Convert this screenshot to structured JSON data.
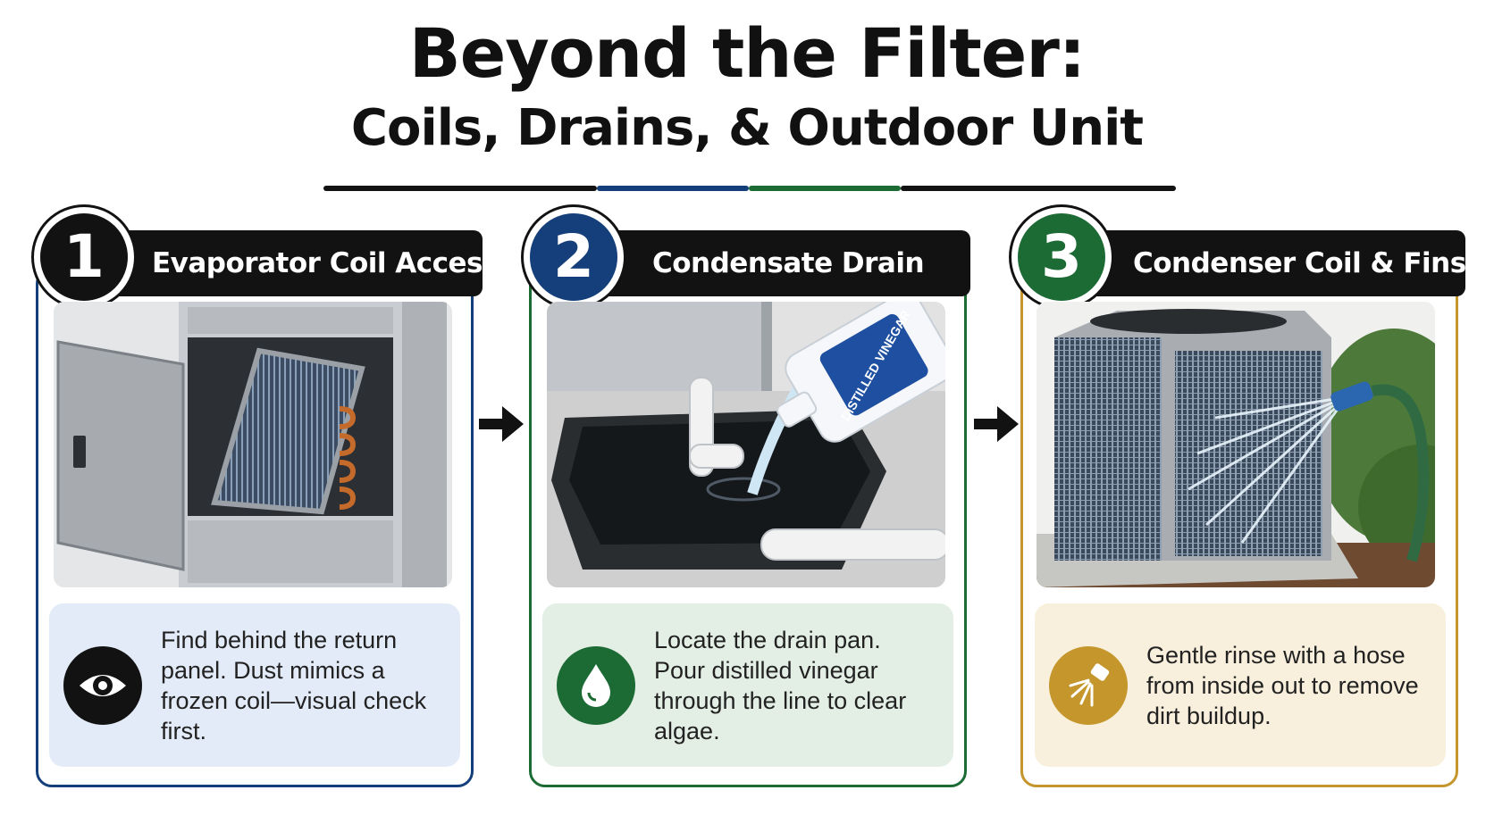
{
  "title": "Beyond the Filter:",
  "subtitle": "Coils, Drains, & Outdoor Unit",
  "colors": {
    "blue": "#143f7a",
    "green": "#1c6b35",
    "gold": "#c4962b",
    "dark": "#121212"
  },
  "steps": [
    {
      "number": "1",
      "heading": "Evaporator Coil Access",
      "description": "Find behind the return panel. Dust mimics a frozen coil—visual check first.",
      "icon": "eye-icon"
    },
    {
      "number": "2",
      "heading": "Condensate Drain",
      "description": "Locate the drain pan. Pour distilled vinegar through the line to clear algae.",
      "icon": "water-drop-icon",
      "bottle_label": "DISTILLED VINEGAR"
    },
    {
      "number": "3",
      "heading": "Condenser Coil & Fins",
      "description": "Gentle rinse with a hose from inside out to remove dirt buildup.",
      "icon": "hose-spray-icon"
    }
  ]
}
